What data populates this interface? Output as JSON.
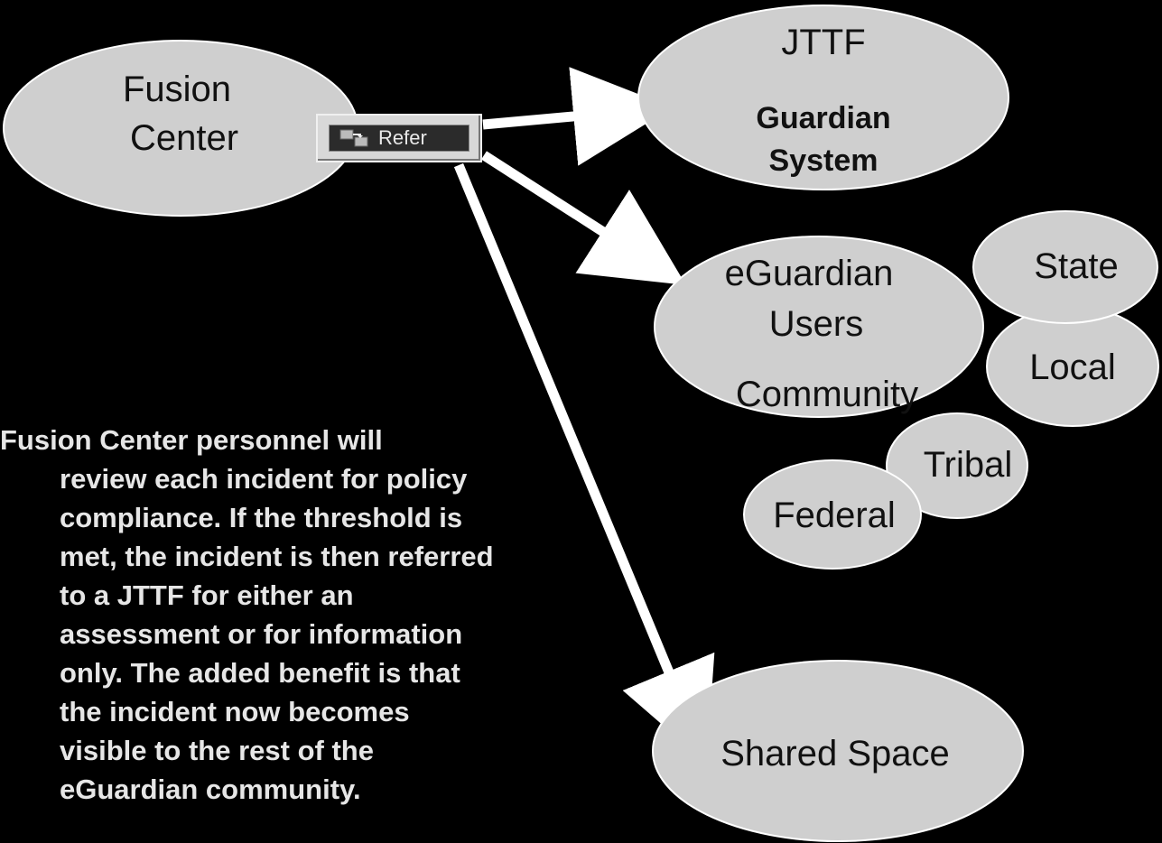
{
  "nodes": {
    "fusion_center": {
      "line1": "Fusion",
      "line2": "Center"
    },
    "jttf": {
      "line1": "JTTF",
      "line2": "Guardian",
      "line3": "System"
    },
    "eguardian": {
      "line1": "eGuardian",
      "line2": "Users",
      "line3": "Community"
    },
    "state": "State",
    "local": "Local",
    "tribal": "Tribal",
    "federal": "Federal",
    "shared_space": "Shared Space"
  },
  "refer_button": {
    "label": "Refer",
    "icon": "refer-icon"
  },
  "description": {
    "lines": [
      "Fusion Center personnel will",
      "review each incident for policy",
      "compliance.  If the threshold is",
      "met, the incident is then referred",
      "to a JTTF for either an",
      "assessment or for information",
      "only.   The added benefit is that",
      "the incident now becomes",
      "visible to the rest of the",
      "eGuardian community."
    ]
  },
  "colors": {
    "background": "#000000",
    "ellipse_fill": "#cfcfcf",
    "text_light": "#e6e6e6",
    "arrow": "#ffffff"
  }
}
